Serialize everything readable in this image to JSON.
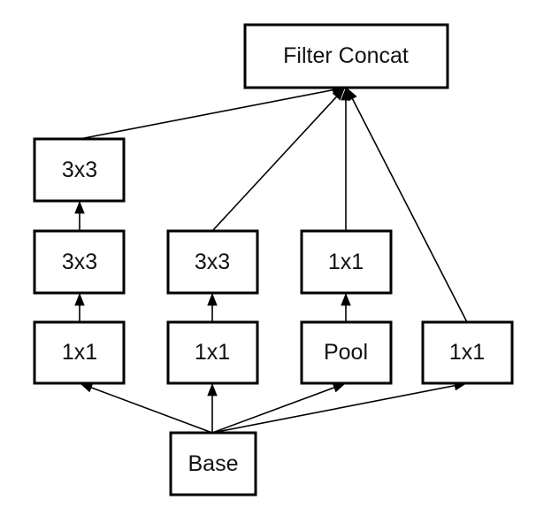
{
  "nodes": {
    "filter_concat": "Filter Concat",
    "b1_top": "3x3",
    "b1_mid": "3x3",
    "b1_bottom": "1x1",
    "b2_mid": "3x3",
    "b2_bottom": "1x1",
    "b3_mid": "1x1",
    "b3_bottom": "Pool",
    "b4_bottom": "1x1",
    "base": "Base"
  },
  "colors": {
    "stroke": "#000000",
    "fill": "#ffffff",
    "text": "#111111"
  }
}
